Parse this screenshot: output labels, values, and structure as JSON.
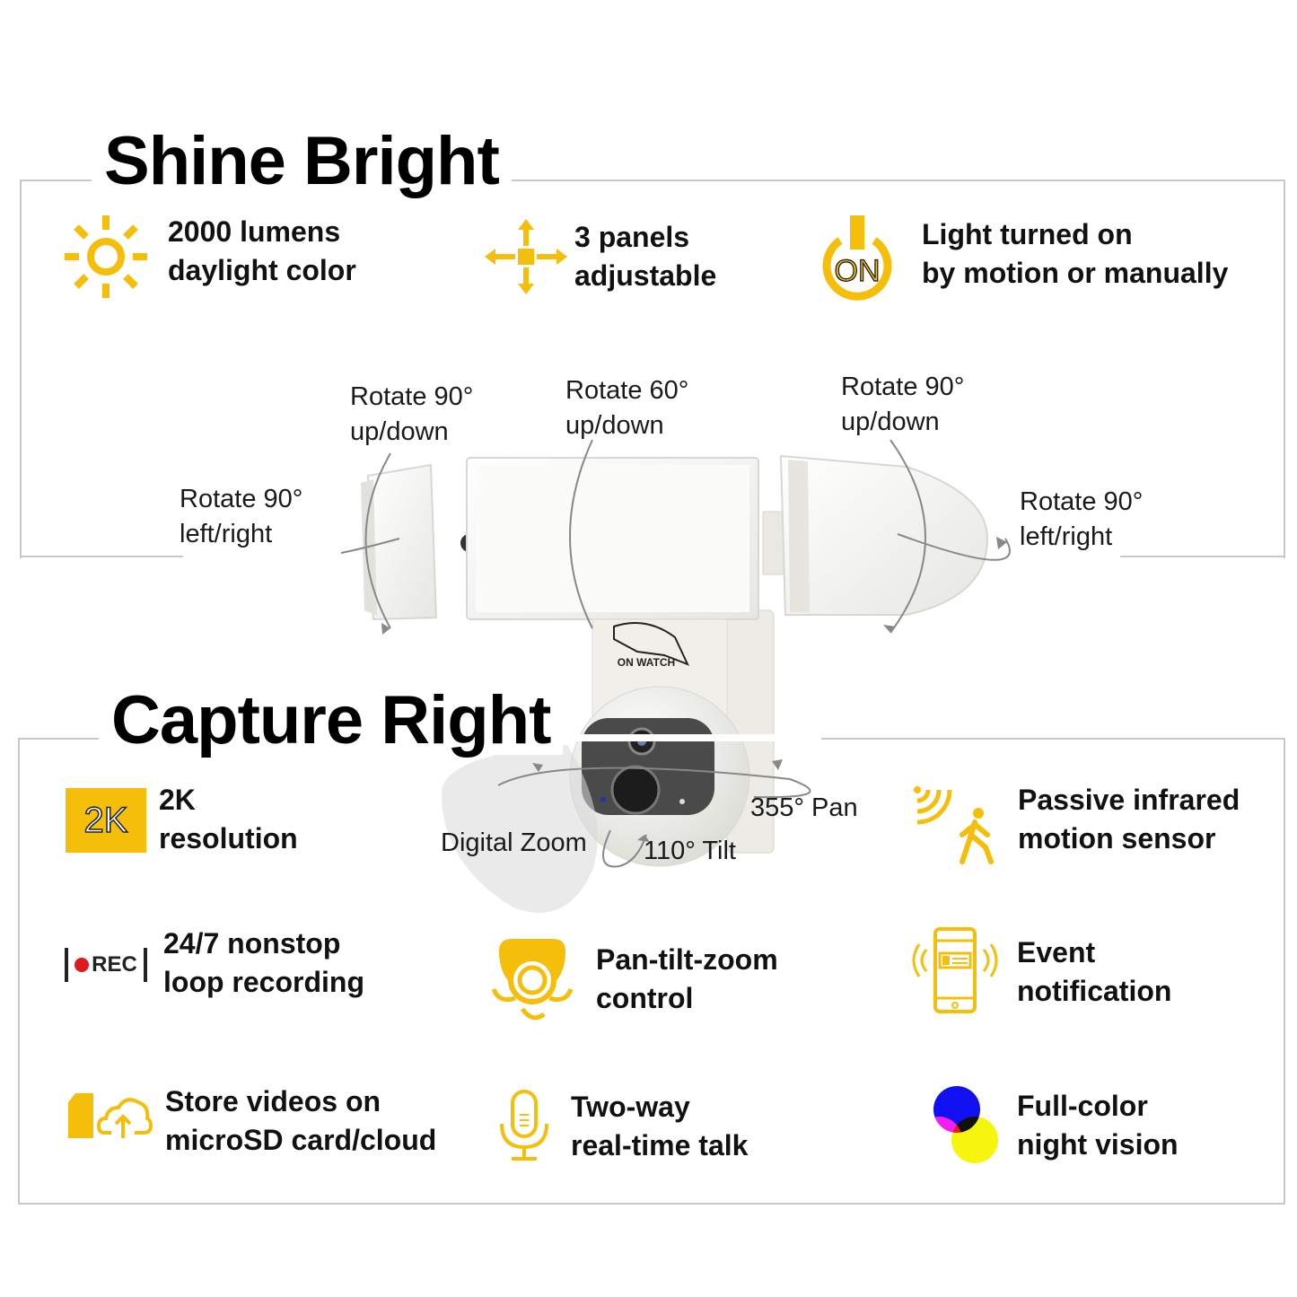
{
  "colors": {
    "accent": "#F5BE0B",
    "frame": "#c8c8c8",
    "text": "#111111"
  },
  "shine": {
    "title": "Shine Bright",
    "features": [
      {
        "icon": "sun-icon",
        "line1": "2000 lumens",
        "line2": "daylight color"
      },
      {
        "icon": "arrows-adjust-icon",
        "line1": "3 panels",
        "line2": "adjustable"
      },
      {
        "icon": "power-on-icon",
        "icon_text": "ON",
        "line1": "Light turned on",
        "line2": "by motion or manually"
      }
    ]
  },
  "rotations": {
    "left_updown": {
      "line1": "Rotate 90°",
      "line2": "up/down"
    },
    "center_updown": {
      "line1": "Rotate 60°",
      "line2": "up/down"
    },
    "right_updown": {
      "line1": "Rotate 90°",
      "line2": "up/down"
    },
    "left_leftright": {
      "line1": "Rotate 90°",
      "line2": "left/right"
    },
    "right_leftright": {
      "line1": "Rotate 90°",
      "line2": "left/right"
    }
  },
  "brand": {
    "logo_text": "ON WATCH"
  },
  "camera_labels": {
    "pan": "355° Pan",
    "tilt": "110° Tilt",
    "zoom": "Digital Zoom"
  },
  "capture": {
    "title": "Capture Right",
    "features": [
      {
        "icon": "2k-badge-icon",
        "icon_text": "2K",
        "line1": "2K",
        "line2": "resolution"
      },
      {
        "icon": "motion-sensor-icon",
        "line1": "Passive infrared",
        "line2": "motion sensor"
      },
      {
        "icon": "rec-icon",
        "icon_text": "REC",
        "line1": "24/7 nonstop",
        "line2": "loop recording"
      },
      {
        "icon": "ptz-camera-icon",
        "line1": "Pan-tilt-zoom",
        "line2": "control"
      },
      {
        "icon": "phone-notification-icon",
        "line1": "Event",
        "line2": "notification"
      },
      {
        "icon": "sd-cloud-icon",
        "line1": "Store videos on",
        "line2": "microSD card/cloud"
      },
      {
        "icon": "microphone-icon",
        "line1": "Two-way",
        "line2": "real-time talk"
      },
      {
        "icon": "rgb-circles-icon",
        "line1": "Full-color",
        "line2": "night vision"
      }
    ]
  }
}
